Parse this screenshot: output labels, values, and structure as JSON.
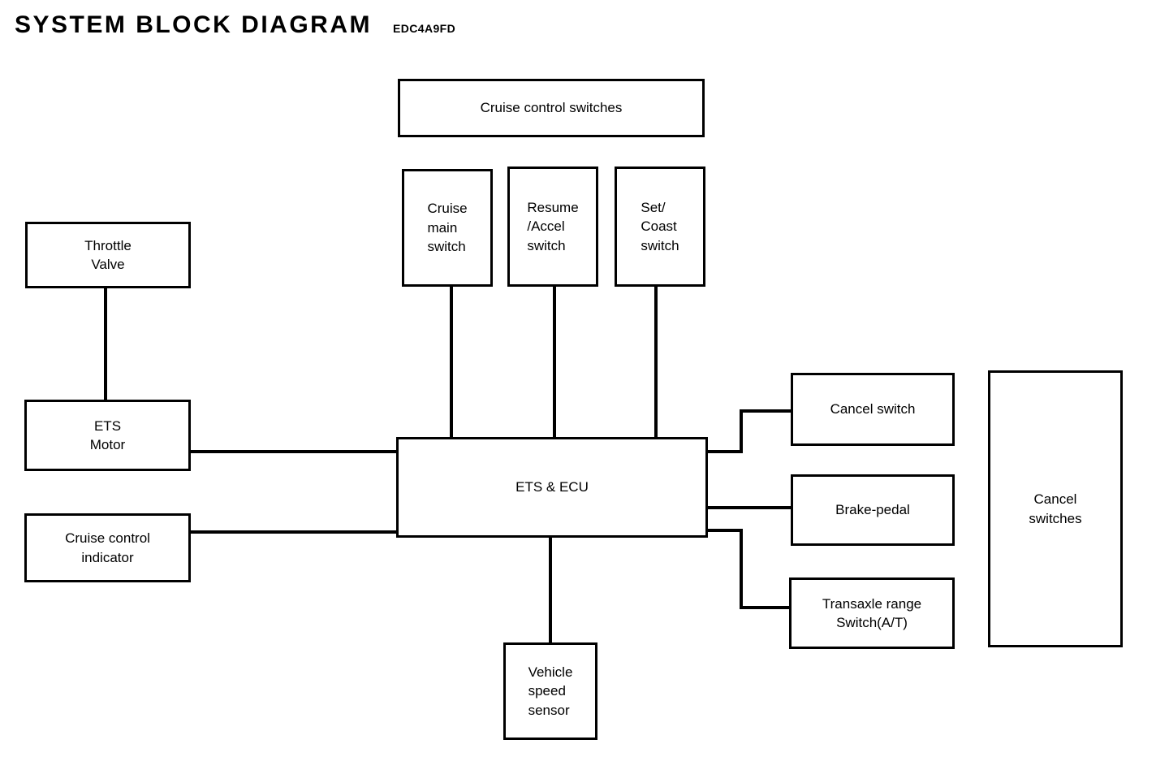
{
  "header": {
    "title": "SYSTEM BLOCK DIAGRAM",
    "code": "EDC4A9FD"
  },
  "colors": {
    "line": "#000000",
    "background": "#ffffff",
    "text": "#000000"
  },
  "blocks": {
    "cruise_control_switches": {
      "label": "Cruise control switches"
    },
    "cruise_main_switch": {
      "label": "Cruise\nmain\nswitch"
    },
    "resume_accel_switch": {
      "label": "Resume\n/Accel\nswitch"
    },
    "set_coast_switch": {
      "label": "Set/\nCoast\nswitch"
    },
    "throttle_valve": {
      "label": "Throttle\nValve"
    },
    "ets_motor": {
      "label": "ETS\nMotor"
    },
    "cruise_control_indicator": {
      "label": "Cruise control\nindicator"
    },
    "ets_ecu": {
      "label": "ETS & ECU"
    },
    "cancel_switch": {
      "label": "Cancel switch"
    },
    "brake_pedal": {
      "label": "Brake-pedal"
    },
    "transaxle_range_switch": {
      "label": "Transaxle range\nSwitch(A/T)"
    },
    "cancel_switches_group": {
      "label": "Cancel\nswitches"
    },
    "vehicle_speed_sensor": {
      "label": "Vehicle\nspeed\nsensor"
    }
  }
}
